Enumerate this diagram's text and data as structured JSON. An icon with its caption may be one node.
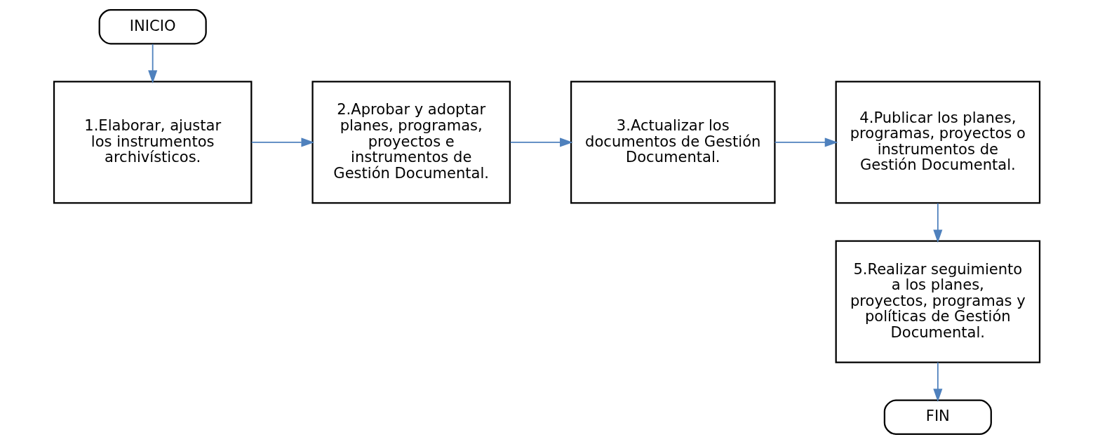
{
  "diagram": {
    "nodes": [
      {
        "text": [
          "INICIO"
        ]
      },
      {
        "text": [
          "1.Elaborar, ajustar los instrumentos archivísticos."
        ]
      },
      {
        "text": [
          "2.Aprobar y adoptar planes, programas, proyectos e instrumentos de Gestión Documental."
        ]
      },
      {
        "text": [
          "3.Actualizar los documentos de Gestión Documental."
        ]
      },
      {
        "text": [
          "4.Publicar los planes, programas, proyectos o instrumentos de Gestión Documental."
        ]
      },
      {
        "text": [
          "5.Realizar seguimiento a los planes, proyectos, programas y políticas de Gestión Documental."
        ]
      },
      {
        "text": [
          "FIN"
        ]
      }
    ],
    "edges": [
      {
        "from": 0,
        "to": 1,
        "arrow": "to"
      },
      {
        "from": 1,
        "to": 2,
        "arrow": "to"
      },
      {
        "from": 2,
        "to": 3,
        "arrow": "to"
      },
      {
        "from": 3,
        "to": 4,
        "arrow": "to"
      },
      {
        "from": 4,
        "to": 5,
        "arrow": "to"
      },
      {
        "from": 5,
        "to": 6,
        "arrow": "to"
      }
    ]
  }
}
